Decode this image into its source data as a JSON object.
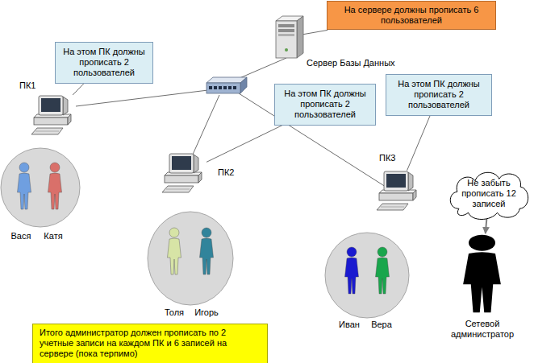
{
  "diagram": {
    "nodes": [
      {
        "text": [
          "На сервере должны прописать 6 пользователей"
        ]
      },
      {
        "text": [
          "Сервер Базы Данных"
        ]
      },
      {
        "text": [
          "На этом ПК должны прописать 2 пользователей"
        ]
      },
      {
        "text": [
          "ПК1"
        ]
      },
      {
        "text": [
          "На этом ПК должны прописать 2 пользователей"
        ]
      },
      {
        "text": [
          "На этом ПК должны прописать 2 пользователей"
        ]
      },
      {
        "text": [
          "ПК2"
        ]
      },
      {
        "text": [
          "ПК3"
        ]
      },
      {
        "text": [
          "Не забыть прописать 12 записей"
        ]
      },
      {
        "text": [
          "Вася",
          "Катя"
        ]
      },
      {
        "text": [
          "Толя",
          "Игорь"
        ]
      },
      {
        "text": [
          "Иван",
          "Вера"
        ]
      },
      {
        "text": [
          "Сетевой администратор"
        ]
      },
      {
        "text": [
          "Итого администратор должен прописать по 2 учетные записи на каждом ПК и 6 записей на сервере (пока терпимо)"
        ]
      }
    ],
    "edges": [
      {
        "from": 0,
        "to": 1,
        "arrow": "none"
      },
      {
        "from": 2,
        "to": 3,
        "arrow": "none"
      },
      {
        "from": 4,
        "to": 6,
        "arrow": "none"
      },
      {
        "from": 5,
        "to": 7,
        "arrow": "none"
      },
      {
        "from": 8,
        "to": 12,
        "arrow": "to"
      }
    ]
  }
}
